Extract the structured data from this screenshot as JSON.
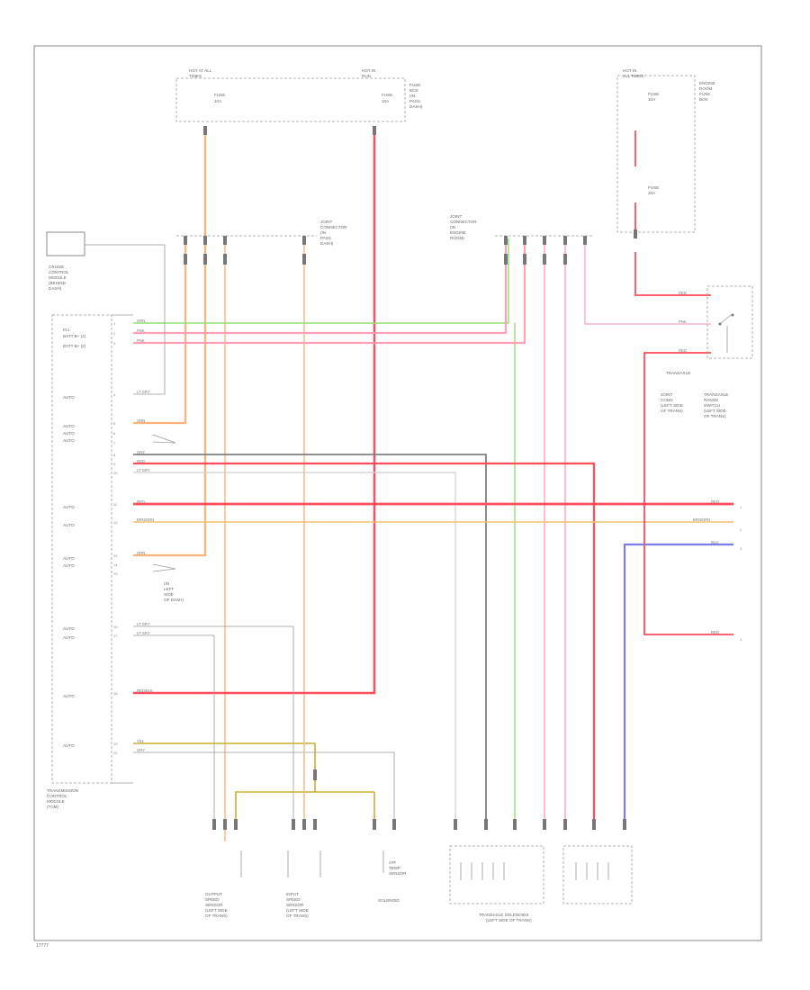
{
  "footer": {
    "code": "17777"
  },
  "colors": {
    "red": "#ff4d5e",
    "pink": "#ffa0b4",
    "orange": "#ffb27a",
    "yellow_orange": "#f0c070",
    "green": "#90e070",
    "gray": "#808080",
    "light_gray": "#cfcfcf",
    "blue": "#7d7de8",
    "olive": "#c8b030"
  },
  "tcm": {
    "pins": [
      "IG1",
      "BATT B+ (1)",
      "BATT B+ (2)",
      "AUTO",
      "AUTO",
      "AUTO",
      "AUTO",
      "AUTO",
      "AUTO",
      "AUTO",
      "AUTO",
      "AUTO"
    ],
    "labels": [
      "TRANSMISSION",
      "CONTROL",
      "MODULE",
      "(TCM)"
    ]
  }
}
